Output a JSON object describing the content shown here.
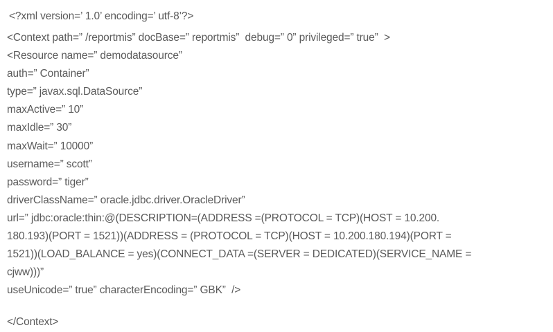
{
  "document": {
    "kind": "xml-source-listing",
    "file_description": "Tomcat context.xml datasource configuration",
    "background_color": "#ffffff",
    "text_color": "#5a5a5a",
    "lines": [
      {
        "id": "xml-declaration",
        "text": "<?xml version=’ 1.0’ encoding=’ utf-8’?>"
      },
      {
        "id": "context-open-tag",
        "text": "<Context path=” /reportmis” docBase=” reportmis”  debug=” 0” privileged=” true”  >"
      },
      {
        "id": "resource-open-tag",
        "text": "<Resource name=” demodatasource”"
      },
      {
        "id": "attr-auth",
        "text": "auth=” Container”"
      },
      {
        "id": "attr-type",
        "text": "type=” javax.sql.DataSource”"
      },
      {
        "id": "attr-maxactive",
        "text": "maxActive=” 10”"
      },
      {
        "id": "attr-maxidle",
        "text": "maxIdle=” 30”"
      },
      {
        "id": "attr-maxwait",
        "text": "maxWait=” 10000”"
      },
      {
        "id": "attr-username",
        "text": "username=” scott”"
      },
      {
        "id": "attr-password",
        "text": "password=” tiger”"
      },
      {
        "id": "attr-driverclassname",
        "text": "driverClassName=” oracle.jdbc.driver.OracleDriver”"
      },
      {
        "id": "attr-url-part1",
        "text": "url=” jdbc:oracle:thin:@(DESCRIPTION=(ADDRESS =(PROTOCOL = TCP)(HOST = 10.200."
      },
      {
        "id": "attr-url-part2",
        "text": "180.193)(PORT = 1521))(ADDRESS = (PROTOCOL = TCP)(HOST = 10.200.180.194)(PORT ="
      },
      {
        "id": "attr-url-part3",
        "text": "1521))(LOAD_BALANCE = yes)(CONNECT_DATA =(SERVER = DEDICATED)(SERVICE_NAME ="
      },
      {
        "id": "attr-url-part4",
        "text": "cjww)))”"
      },
      {
        "id": "attr-useunicode-encoding",
        "text": "useUnicode=” true” characterEncoding=” GBK”  />"
      },
      {
        "id": "blank-spacer",
        "text": ""
      },
      {
        "id": "context-close-tag",
        "text": "</Context>"
      }
    ]
  }
}
